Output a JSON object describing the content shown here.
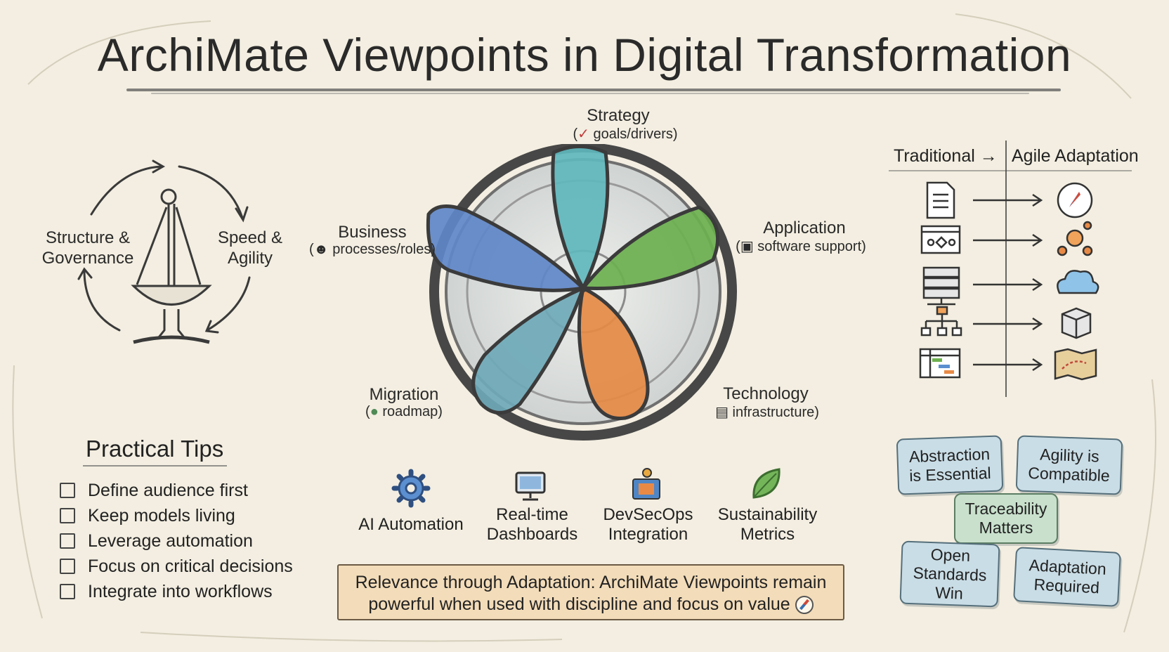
{
  "title": "ArchiMate Viewpoints in Digital Transformation",
  "balance": {
    "left_label": "Structure &\nGovernance",
    "right_label": "Speed &\nAgility"
  },
  "wheel": {
    "strategy": {
      "label": "Strategy",
      "sub": "goals/drivers",
      "color": "#5fb7bd"
    },
    "business": {
      "label": "Business",
      "sub": "processes/roles",
      "color": "#5f87c8"
    },
    "application": {
      "label": "Application",
      "sub": "software support",
      "color": "#6db04f"
    },
    "technology": {
      "label": "Technology",
      "sub": "infrastructure)",
      "color": "#e58a45"
    },
    "migration": {
      "label": "Migration",
      "sub": "roadmap)",
      "color": "#6fa9b9"
    }
  },
  "practical_tips": {
    "title": "Practical Tips",
    "items": [
      "Define audience first",
      "Keep models living",
      "Leverage automation",
      "Focus on critical decisions",
      "Integrate into workflows"
    ]
  },
  "trends": [
    {
      "label": "AI Automation",
      "icon": "gear-icon"
    },
    {
      "label": "Real-time\nDashboards",
      "icon": "monitor-icon"
    },
    {
      "label": "DevSecOps\nIntegration",
      "icon": "devsecops-icon"
    },
    {
      "label": "Sustainability\nMetrics",
      "icon": "leaf-icon"
    }
  ],
  "banner": {
    "line1": "Relevance through Adaptation: ArchiMate Viewpoints remain",
    "line2": "powerful when used with discipline and focus on value"
  },
  "comparison": {
    "left_head": "Traditional",
    "right_head": "Agile Adaptation",
    "rows": [
      {
        "from": "document-icon",
        "to": "compass-icon"
      },
      {
        "from": "process-diagram-icon",
        "to": "team-collaboration-icon"
      },
      {
        "from": "server-icon",
        "to": "cloud-icon"
      },
      {
        "from": "org-chart-icon",
        "to": "cube-icon"
      },
      {
        "from": "gantt-chart-icon",
        "to": "map-icon"
      }
    ]
  },
  "takeaways": [
    {
      "text": "Abstraction\nis Essential",
      "color": "#c9dde6"
    },
    {
      "text": "Agility is\nCompatible",
      "color": "#c9dde6"
    },
    {
      "text": "Traceability\nMatters",
      "color": "#c8e0cc"
    },
    {
      "text": "Open\nStandards\nWin",
      "color": "#c9dde6"
    },
    {
      "text": "Adaptation\nRequired",
      "color": "#c9dde6"
    }
  ]
}
